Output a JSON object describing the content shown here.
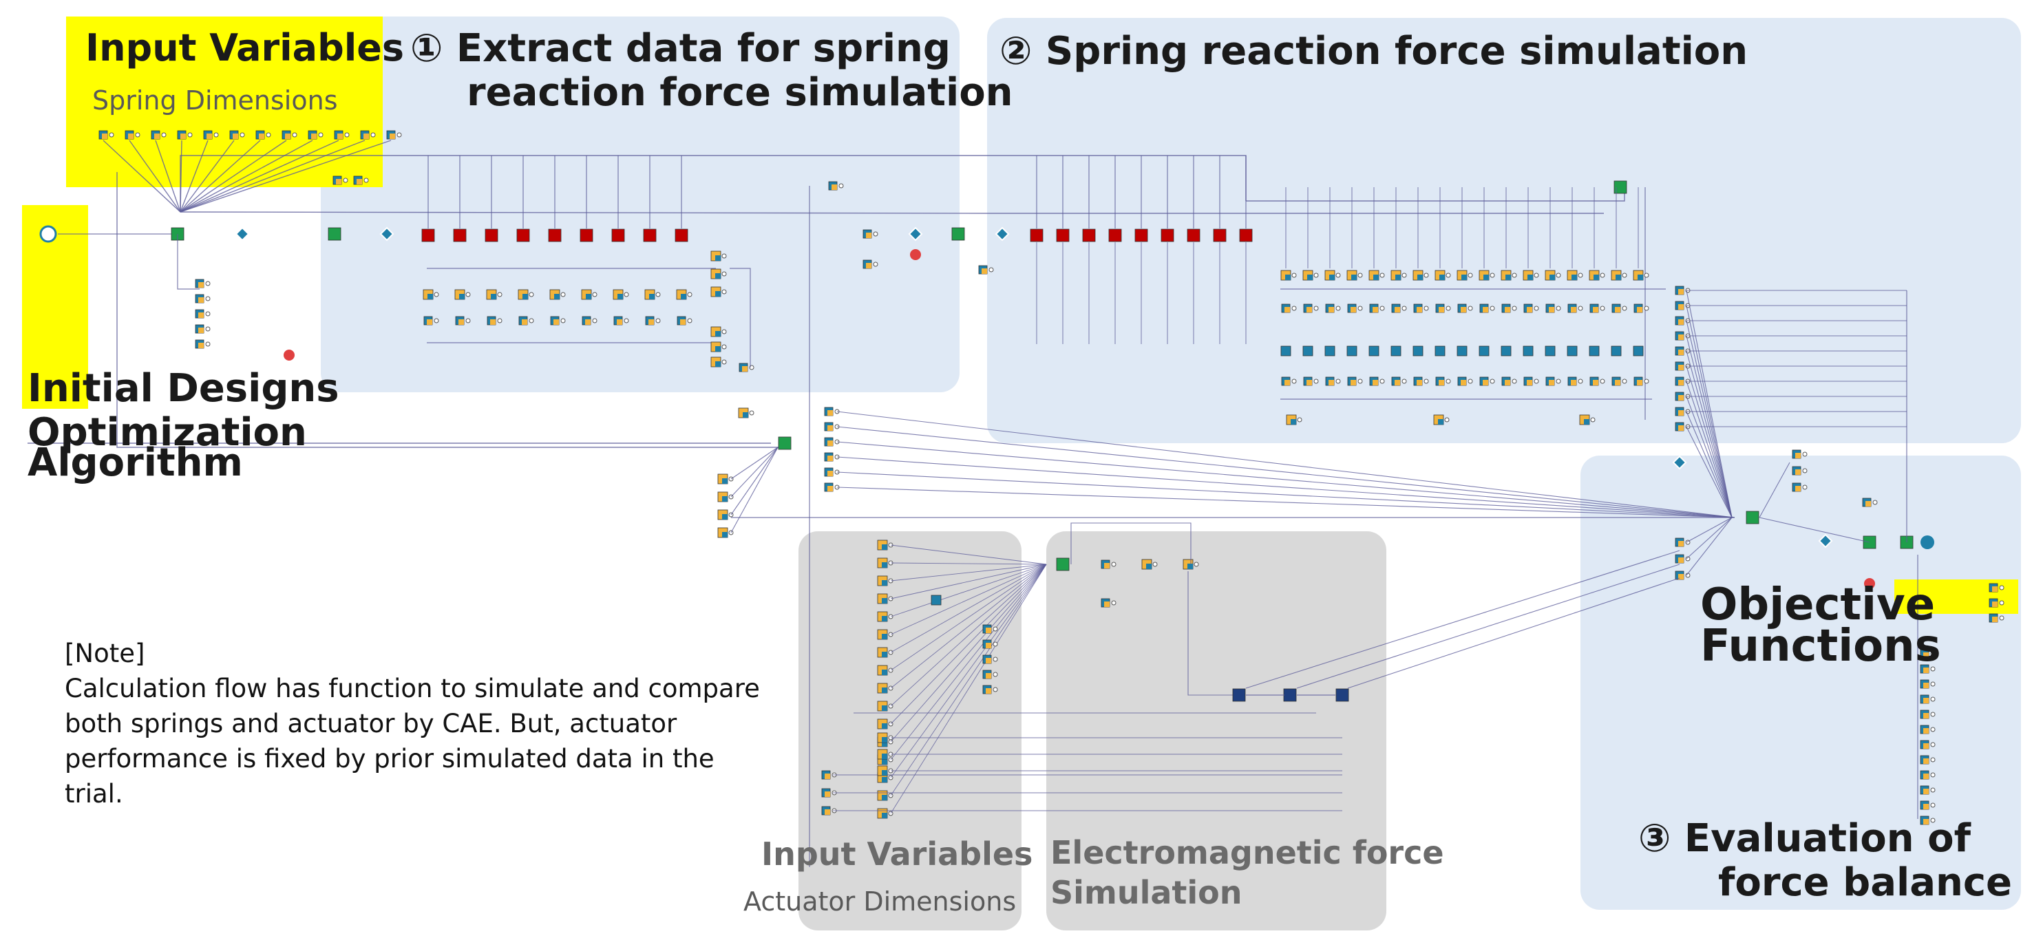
{
  "labels": {
    "input_spring_title": "Input Variables",
    "input_spring_sub": "Spring Dimensions",
    "extract_l1": "① Extract data for spring",
    "extract_l2": "reaction force simulation",
    "spring_sim": "② Spring reaction force simulation",
    "initial_l1": "Initial Designs",
    "initial_l2": "Optimization",
    "initial_l3": "Algorithm",
    "objective_l1": "Objective",
    "objective_l2": "Functions",
    "eval_l1": "③ Evaluation of",
    "eval_l2": "force balance",
    "input_actuator_title": "Input Variables",
    "input_actuator_sub": "Actuator Dimensions",
    "em_l1": "Electromagnetic force",
    "em_l2": "Simulation"
  },
  "note": {
    "heading": "[Note]",
    "line1": "Calculation flow has function to simulate and compare",
    "line2": "both springs and actuator by CAE. But, actuator",
    "line3": "performance is fixed by prior simulated data in the",
    "line4": "trial."
  },
  "colors": {
    "panel_blue": "#dfe9f5",
    "panel_gray": "#d9d9d9",
    "highlight": "#ffff00",
    "node_green": "#1f9e4a",
    "node_red": "#c00000",
    "node_teal": "#1f7fa8",
    "node_navy": "#1f3f7f",
    "node_orange": "#f3b43a",
    "wire": "#5d5d9a"
  },
  "icons": [
    "start-icon",
    "diamond-icon",
    "error-icon",
    "check-icon",
    "data-node-icon",
    "process-node-icon"
  ]
}
